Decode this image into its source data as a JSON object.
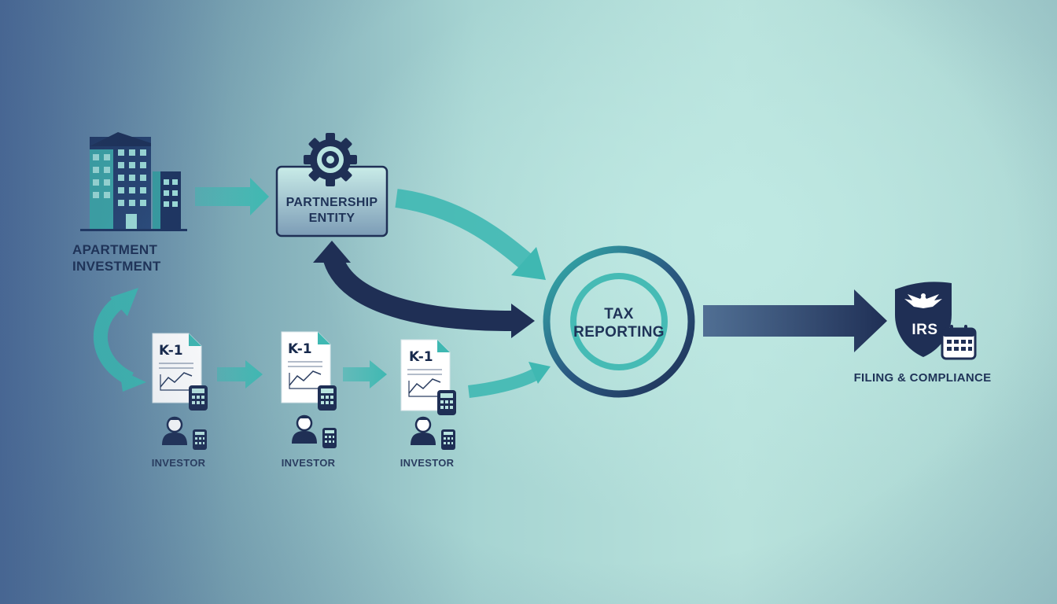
{
  "nodes": {
    "apartment": {
      "label_line1": "APARTMENT",
      "label_line2": "INVESTMENT"
    },
    "partnership": {
      "label_line1": "PARTNERSHIP",
      "label_line2": "ENTITY"
    },
    "tax": {
      "label_line1": "TAX",
      "label_line2": "REPORTING"
    },
    "filing": {
      "label": "FILING & COMPLIANCE",
      "badge": "IRS"
    }
  },
  "documents": [
    {
      "title": "K-1"
    },
    {
      "title": "K-1"
    },
    {
      "title": "K-1"
    }
  ],
  "investors": [
    {
      "label": "INVESTOR"
    },
    {
      "label": "INVESTOR"
    },
    {
      "label": "INVESTOR"
    }
  ],
  "icons": {
    "building": "building-icon",
    "gear": "gear-icon",
    "document": "document-icon",
    "calculator": "calculator-icon",
    "person": "person-icon",
    "shield": "shield-icon",
    "eagle": "eagle-icon",
    "calendar": "calendar-icon"
  },
  "colors": {
    "navy": "#1f2f55",
    "teal": "#3fb8b2",
    "teal_light": "#5fc9c2"
  }
}
